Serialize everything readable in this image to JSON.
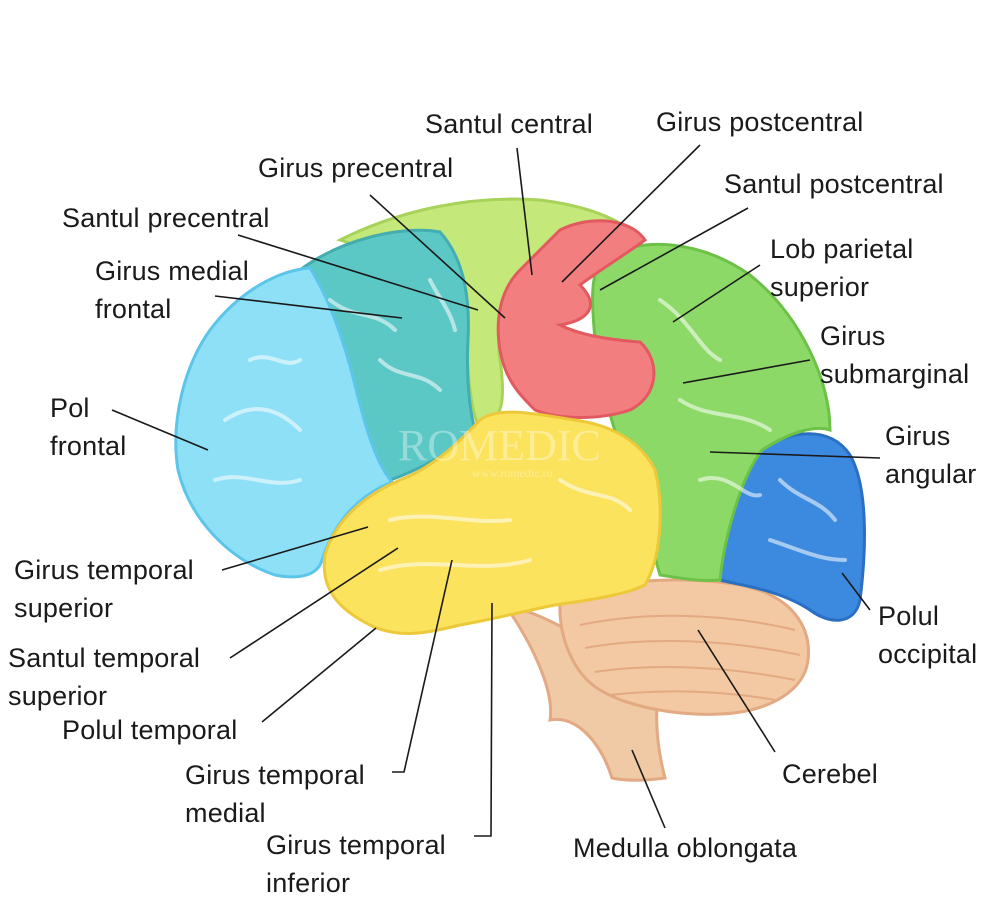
{
  "labels": {
    "santul_central": "Santul central",
    "girus_postcentral": "Girus postcentral",
    "girus_precentral": "Girus precentral",
    "santul_postcentral": "Santul postcentral",
    "santul_precentral": "Santul precentral",
    "lob_parietal_superior": [
      "Lob parietal",
      "superior"
    ],
    "girus_medial_frontal": [
      "Girus medial",
      "frontal"
    ],
    "girus_submarginal": [
      "Girus",
      "submarginal"
    ],
    "pol_frontal": [
      "Pol",
      "frontal"
    ],
    "girus_angular": [
      "Girus",
      "angular"
    ],
    "girus_temporal_superior": [
      "Girus temporal",
      "superior"
    ],
    "polul_occipital": [
      "Polul",
      "occipital"
    ],
    "santul_temporal_superior": [
      "Santul temporal",
      "superior"
    ],
    "polul_temporal": "Polul temporal",
    "cerebel": "Cerebel",
    "girus_temporal_medial": [
      "Girus temporal",
      "medial"
    ],
    "medulla_oblongata": "Medulla oblongata",
    "girus_temporal_inferior": [
      "Girus temporal",
      "inferior"
    ]
  },
  "watermark": {
    "brand": "ROMEDIC",
    "url": "www.romedic.ro"
  },
  "colors": {
    "frontal_pole": "#8ee0f7",
    "medial_frontal": "#5cc8c6",
    "precentral": "#c5e87a",
    "motor_strip": "#f37e80",
    "parietal": "#8cd968",
    "occipital": "#3c8ae0",
    "temporal": "#fbe35e",
    "cerebellum": "#f2c9a3",
    "brainstem": "#f0c9a5",
    "leader_line": "#1a1a1a"
  }
}
